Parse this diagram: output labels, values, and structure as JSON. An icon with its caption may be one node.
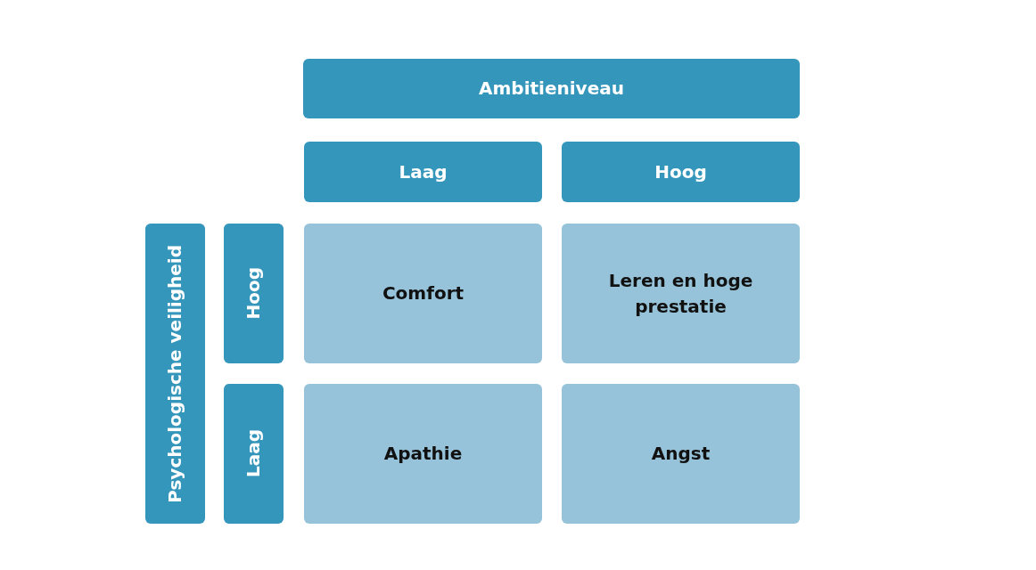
{
  "diagram": {
    "nodes": [
      {
        "text": [
          "Ambitieniveau"
        ]
      },
      {
        "text": [
          "Laag"
        ]
      },
      {
        "text": [
          "Hoog"
        ]
      },
      {
        "text": [
          "Psychologische veiligheid"
        ]
      },
      {
        "text": [
          "Hoog"
        ]
      },
      {
        "text": [
          "Laag"
        ]
      },
      {
        "text": [
          "Comfort"
        ]
      },
      {
        "text": [
          "Leren en hoge prestatie"
        ]
      },
      {
        "text": [
          "Apathie"
        ]
      },
      {
        "text": [
          "Angst"
        ]
      }
    ]
  }
}
